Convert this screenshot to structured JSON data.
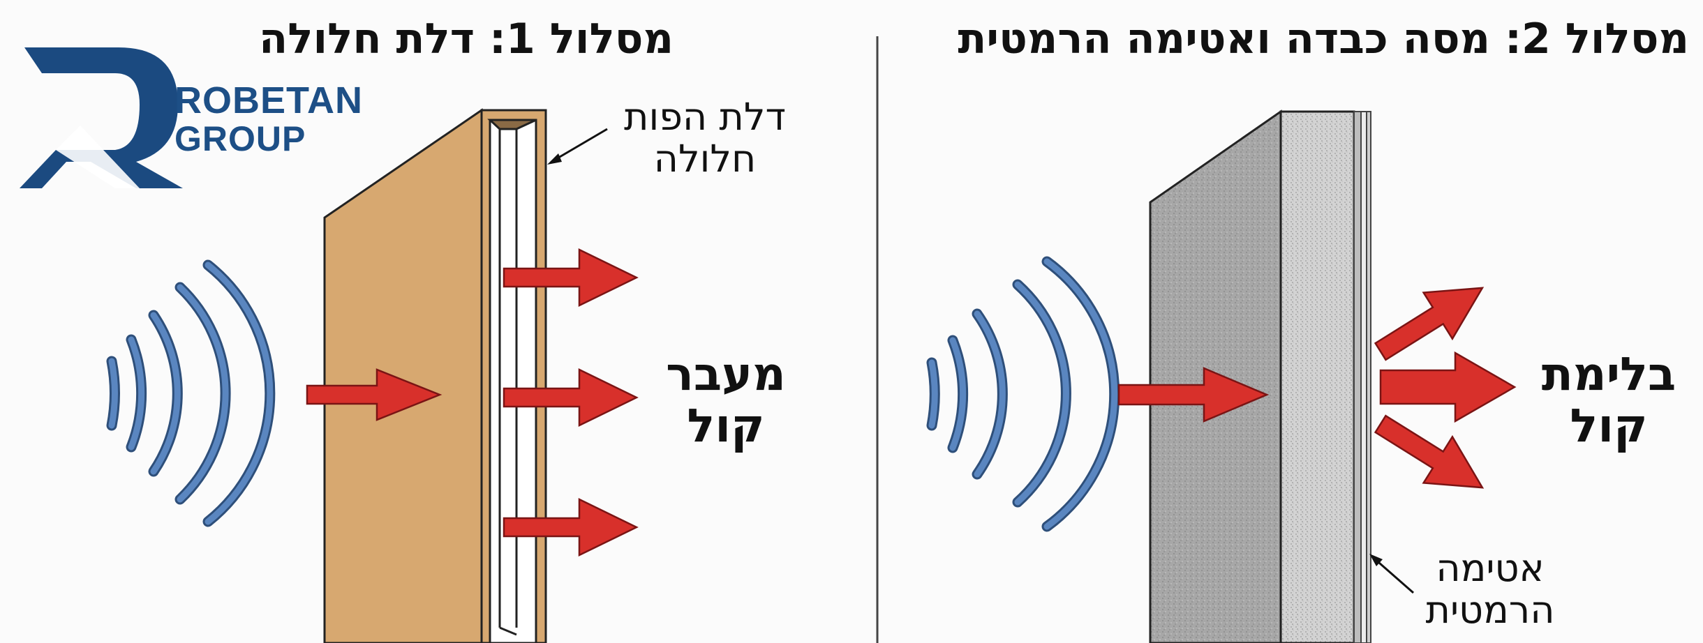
{
  "logo": {
    "line1": "ROBETAN",
    "line2": "GROUP",
    "color": "#1b4a80"
  },
  "panel_left": {
    "title": "מסלול 1: דלת חלולה",
    "callout": [
      "דלת הפות",
      "חלולה"
    ],
    "result": [
      "מעבר",
      "קול"
    ]
  },
  "panel_right": {
    "title": "מסלול 2: מסה כבדה ואטימה הרמטית",
    "callout": [
      "אטימה",
      "הרמטית"
    ],
    "result": [
      "בלימת",
      "קול"
    ]
  },
  "colors": {
    "wave": "#4f78ad",
    "arrow": "#d8302b",
    "wood": "#d6a66e",
    "stone": "#a9a9a9",
    "divider": "#444444"
  },
  "icons": [
    "sound-wave-icon",
    "arrow-icon"
  ]
}
